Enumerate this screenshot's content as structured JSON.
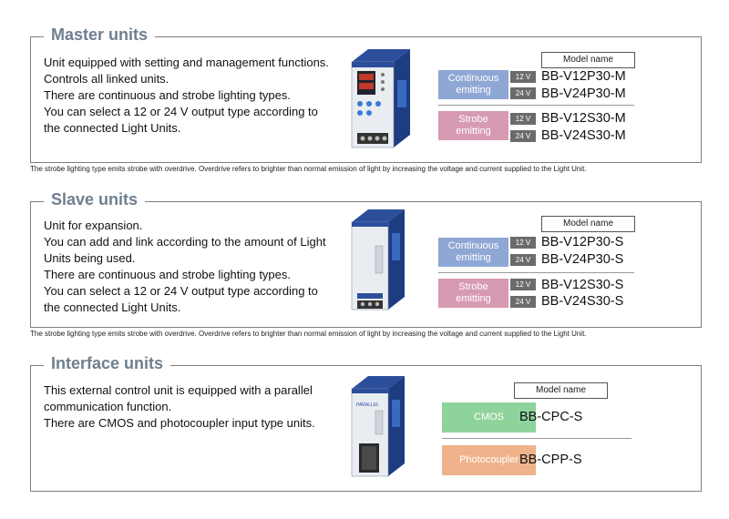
{
  "model_header": "Model name",
  "master": {
    "title": "Master units",
    "desc": [
      "Unit equipped with setting and management functions.",
      "Controls all linked units.",
      "There are continuous and strobe lighting types.",
      "You can select a 12 or 24 V output type according to",
      "the connected Light Units."
    ],
    "groups": [
      {
        "type": [
          "Continuous",
          "emitting"
        ],
        "rows": [
          {
            "volt": "12 V",
            "model": "BB-V12P30-M"
          },
          {
            "volt": "24 V",
            "model": "BB-V24P30-M"
          }
        ]
      },
      {
        "type": [
          "Strobe",
          "emitting"
        ],
        "rows": [
          {
            "volt": "12 V",
            "model": "BB-V12S30-M"
          },
          {
            "volt": "24 V",
            "model": "BB-V24S30-M"
          }
        ]
      }
    ],
    "note": "The strobe lighting type emits strobe with overdrive. Overdrive refers to brighter than normal emission of light by increasing the voltage and current supplied to the Light Unit."
  },
  "slave": {
    "title": "Slave units",
    "desc": [
      "Unit for expansion.",
      "You can add and link according to the amount of Light",
      "Units being used.",
      "There are continuous and strobe lighting types.",
      "You can select a 12 or 24 V output type according to",
      "the connected Light Units."
    ],
    "groups": [
      {
        "type": [
          "Continuous",
          "emitting"
        ],
        "rows": [
          {
            "volt": "12 V",
            "model": "BB-V12P30-S"
          },
          {
            "volt": "24 V",
            "model": "BB-V24P30-S"
          }
        ]
      },
      {
        "type": [
          "Strobe",
          "emitting"
        ],
        "rows": [
          {
            "volt": "12 V",
            "model": "BB-V12S30-S"
          },
          {
            "volt": "24 V",
            "model": "BB-V24S30-S"
          }
        ]
      }
    ],
    "note": "The strobe lighting type emits strobe with overdrive. Overdrive refers to brighter than normal emission of light by increasing the voltage and current supplied to the Light Unit."
  },
  "interface": {
    "title": "Interface units",
    "desc": [
      "This external control unit is equipped with a parallel",
      "communication function.",
      "There are CMOS and photocoupler input type units."
    ],
    "rows": [
      {
        "type": "CMOS",
        "model": "BB-CPC-S"
      },
      {
        "type": "Photocoupler",
        "model": "BB-CPP-S"
      }
    ],
    "device_label": "PARALLEL"
  },
  "colors": {
    "continuous": "#8fa7d4",
    "strobe": "#d69ab2",
    "cmos": "#8fd39c",
    "photocoupler": "#efb38c",
    "title": "#6f7f8f",
    "voltage": "#6b6b6b"
  }
}
